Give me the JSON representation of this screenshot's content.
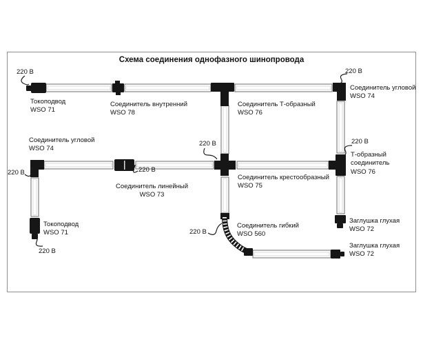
{
  "title": "Схема соединения однофазного шинопровода",
  "voltage": "220 В",
  "labels": {
    "feed_top": {
      "name": "Токоподвод",
      "code": "WSO 71"
    },
    "internal": {
      "name": "Соединитель внутренний",
      "code": "WSO 78"
    },
    "t_top": {
      "name": "Соединитель Т-образный",
      "code": "WSO 76"
    },
    "corner_right": {
      "name": "Соединитель угловой",
      "code": "WSO 74"
    },
    "corner_left": {
      "name": "Соединитель угловой",
      "code": "WSO 74"
    },
    "linear": {
      "name": "Соединитель линейный",
      "code": "WSO 73"
    },
    "cross": {
      "name": "Соединитель крестообразный",
      "code": "WSO 75"
    },
    "t_right": {
      "line1": "Т-образный",
      "line2": "соединитель",
      "code": "WSO 76"
    },
    "feed_left": {
      "name": "Токоподвод",
      "code": "WSO 71"
    },
    "endcap_right": {
      "name": "Заглушка глухая",
      "code": "WSO 72"
    },
    "flexible": {
      "name": "Соединитель гибкий",
      "code": "WSO 560"
    },
    "endcap_bottom": {
      "name": "Заглушка глухая",
      "code": "WSO 72"
    }
  }
}
